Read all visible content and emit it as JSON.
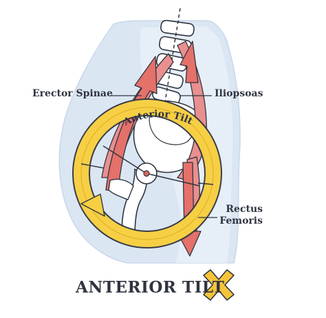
{
  "labels": {
    "erector_spinae": "Erector Spinae",
    "iliopsoas": "Iliopsoas",
    "rectus_line1": "Rectus",
    "rectus_line2": "Femoris",
    "ring_text": "Anterior Tilt"
  },
  "title": "ANTERIOR TILT",
  "icons": {
    "status": "cross-mark-icon"
  },
  "colors": {
    "muscle": "#e98f8f",
    "muscle_dark": "#d9675f",
    "arrow": "#e4716a",
    "ring": "#f6cf45",
    "ring_dark": "#e4b52f",
    "body": "#dbe6f3",
    "bone": "#ffffff",
    "outline": "#2f3440",
    "cross": "#f6c43a"
  }
}
